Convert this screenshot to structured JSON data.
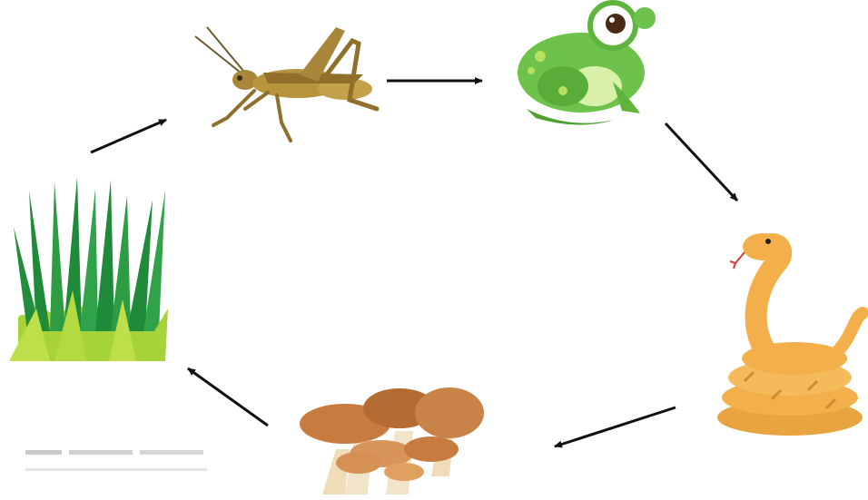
{
  "diagram": {
    "type": "food-cycle",
    "nodes": [
      {
        "id": "grass",
        "icon": "grass-icon"
      },
      {
        "id": "grasshopper",
        "icon": "grasshopper-icon"
      },
      {
        "id": "frog",
        "icon": "frog-icon"
      },
      {
        "id": "snake",
        "icon": "snake-icon"
      },
      {
        "id": "mushrooms",
        "icon": "mushroom-icon"
      }
    ],
    "edges": [
      {
        "from": "grass",
        "to": "grasshopper"
      },
      {
        "from": "grasshopper",
        "to": "frog"
      },
      {
        "from": "frog",
        "to": "snake"
      },
      {
        "from": "snake",
        "to": "mushrooms"
      },
      {
        "from": "mushrooms",
        "to": "grass"
      }
    ]
  },
  "colors": {
    "grass_dark": "#1f8a3a",
    "grass_light": "#a6d33a",
    "grasshopper": "#a8863a",
    "frog": "#6cc24a",
    "snake": "#f3b04a",
    "mushroom_cap": "#c77b3e",
    "mushroom_stem": "#f2e4c8",
    "arrow": "#111111"
  }
}
